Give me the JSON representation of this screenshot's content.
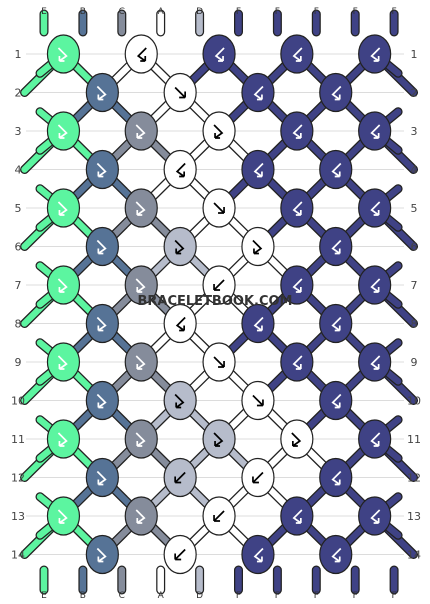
{
  "watermark": "BRACELETBOOK.COM",
  "colors": {
    "E": "#5CF5A0",
    "B": "#567396",
    "C": "#858C9B",
    "A": "#FFFFFF",
    "D": "#B6BCCB",
    "F": "#3F4285"
  },
  "strands_top": [
    "E",
    "B",
    "C",
    "A",
    "D",
    "F",
    "F",
    "F",
    "F",
    "F"
  ],
  "strands_bottom": [
    "E",
    "B",
    "C",
    "A",
    "D",
    "F",
    "F",
    "F",
    "F",
    "F"
  ],
  "row_labels": [
    "1",
    "2",
    "3",
    "4",
    "5",
    "6",
    "7",
    "8",
    "9",
    "10",
    "11",
    "12",
    "13",
    "14"
  ],
  "knots": [
    [
      {
        "c": "E",
        "d": "fb"
      },
      {
        "c": "A",
        "d": "bb"
      },
      {
        "c": "F",
        "d": "bb"
      },
      {
        "c": "F",
        "d": "bb"
      },
      {
        "c": "F",
        "d": "bb"
      }
    ],
    [
      {
        "c": "B",
        "d": "fb"
      },
      {
        "c": "A",
        "d": "f"
      },
      {
        "c": "F",
        "d": "bb"
      },
      {
        "c": "F",
        "d": "bb"
      }
    ],
    [
      {
        "c": "E",
        "d": "fb"
      },
      {
        "c": "C",
        "d": "fb"
      },
      {
        "c": "A",
        "d": "fb"
      },
      {
        "c": "F",
        "d": "bb"
      },
      {
        "c": "F",
        "d": "bb"
      }
    ],
    [
      {
        "c": "B",
        "d": "fb"
      },
      {
        "c": "A",
        "d": "bb"
      },
      {
        "c": "F",
        "d": "bb"
      },
      {
        "c": "F",
        "d": "bb"
      }
    ],
    [
      {
        "c": "E",
        "d": "fb"
      },
      {
        "c": "C",
        "d": "fb"
      },
      {
        "c": "A",
        "d": "f"
      },
      {
        "c": "F",
        "d": "bb"
      },
      {
        "c": "F",
        "d": "bb"
      }
    ],
    [
      {
        "c": "B",
        "d": "fb"
      },
      {
        "c": "D",
        "d": "fb"
      },
      {
        "c": "A",
        "d": "fb"
      },
      {
        "c": "F",
        "d": "bb"
      }
    ],
    [
      {
        "c": "E",
        "d": "fb"
      },
      {
        "c": "C",
        "d": "fb"
      },
      {
        "c": "A",
        "d": "b"
      },
      {
        "c": "F",
        "d": "bb"
      },
      {
        "c": "F",
        "d": "bb"
      }
    ],
    [
      {
        "c": "B",
        "d": "fb"
      },
      {
        "c": "A",
        "d": "bb"
      },
      {
        "c": "F",
        "d": "bb"
      },
      {
        "c": "F",
        "d": "bb"
      }
    ],
    [
      {
        "c": "E",
        "d": "fb"
      },
      {
        "c": "C",
        "d": "fb"
      },
      {
        "c": "A",
        "d": "f"
      },
      {
        "c": "F",
        "d": "bb"
      },
      {
        "c": "F",
        "d": "bb"
      }
    ],
    [
      {
        "c": "B",
        "d": "fb"
      },
      {
        "c": "D",
        "d": "fb"
      },
      {
        "c": "A",
        "d": "f"
      },
      {
        "c": "F",
        "d": "bb"
      }
    ],
    [
      {
        "c": "E",
        "d": "fb"
      },
      {
        "c": "C",
        "d": "fb"
      },
      {
        "c": "D",
        "d": "fb"
      },
      {
        "c": "A",
        "d": "fb"
      },
      {
        "c": "F",
        "d": "bb"
      }
    ],
    [
      {
        "c": "B",
        "d": "fb"
      },
      {
        "c": "D",
        "d": "b"
      },
      {
        "c": "A",
        "d": "b"
      },
      {
        "c": "F",
        "d": "bb"
      }
    ],
    [
      {
        "c": "E",
        "d": "fb"
      },
      {
        "c": "C",
        "d": "fb"
      },
      {
        "c": "A",
        "d": "b"
      },
      {
        "c": "F",
        "d": "bb"
      },
      {
        "c": "F",
        "d": "bb"
      }
    ],
    [
      {
        "c": "B",
        "d": "fb"
      },
      {
        "c": "A",
        "d": "b"
      },
      {
        "c": "F",
        "d": "bb"
      },
      {
        "c": "F",
        "d": "bb"
      }
    ]
  ]
}
